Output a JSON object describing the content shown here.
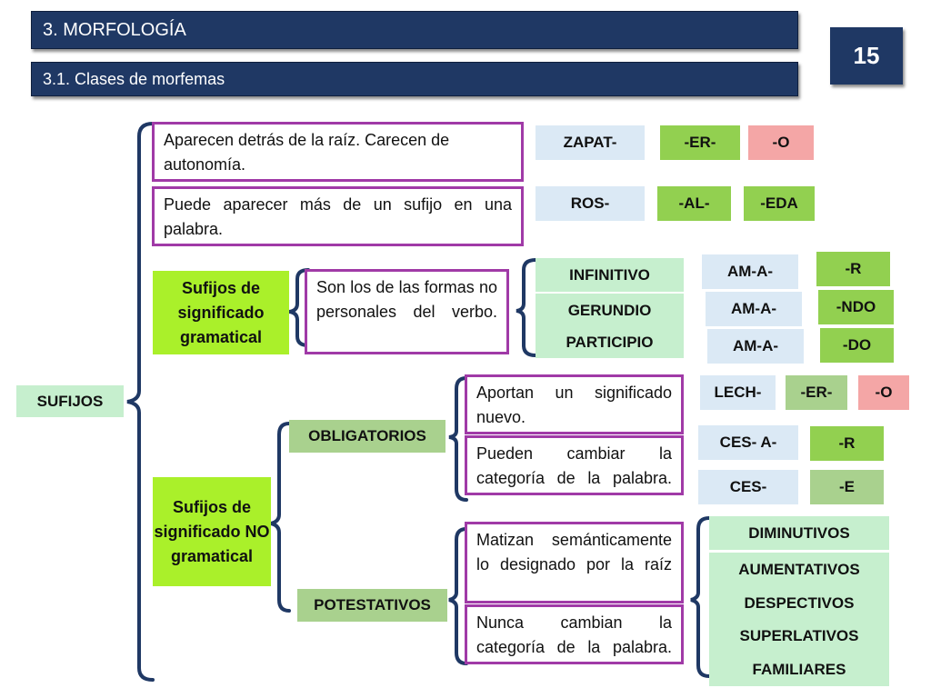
{
  "header": {
    "title": "3. MORFOLOGÍA",
    "subtitle": "3.1. Clases de morfemas",
    "page_number": "15"
  },
  "root_label": "SUFIJOS",
  "info": {
    "top1": "Aparecen detrás de la raíz. Carecen de autonomía.",
    "top2": "Puede aparecer más de un sufijo en una palabra.",
    "grammatical": "Son los de las formas no personales del verbo.",
    "oblig1": "Aportan un significado nuevo.",
    "oblig2": "Pueden cambiar la categoría de la palabra.",
    "potest1": "Matizan semánticamente lo designado por la raíz",
    "potest2": "Nunca cambian la categoría de la palabra."
  },
  "categories": {
    "grammatical": "Sufijos de significado gramatical",
    "non_grammatical": "Sufijos de significado NO gramatical",
    "obligatory": "OBLIGATORIOS",
    "optional": "POTESTATIVOS"
  },
  "examples": {
    "row1": [
      "ZAPAT-",
      "-ER-",
      "-O"
    ],
    "row2": [
      "ROS-",
      "-AL-",
      "-EDA"
    ],
    "verb_forms": [
      "INFINITIVO",
      "GERUNDIO",
      "PARTICIPIO"
    ],
    "verb_stems": [
      "AM-A-",
      "AM-A-",
      "AM-A-"
    ],
    "verb_endings": [
      "-R",
      "-NDO",
      "-DO"
    ],
    "lech": [
      "LECH-",
      "-ER-",
      "-O"
    ],
    "ces1": [
      "CES- A-",
      "-R"
    ],
    "ces2": [
      "CES-",
      "-E"
    ]
  },
  "potestativos_types": [
    "DIMINUTIVOS",
    "AUMENTATIVOS",
    "DESPECTIVOS",
    "SUPERLATIVOS",
    "FAMILIARES"
  ],
  "colors": {
    "header": "#1f3864",
    "border_purple": "#a03aa7",
    "bracket_navy": "#1f3864",
    "lime": "#92d050",
    "pale_blue": "#dbe9f5",
    "light_green": "#c6efce",
    "sage": "#a9d18e",
    "pink": "#f4a6a6"
  }
}
